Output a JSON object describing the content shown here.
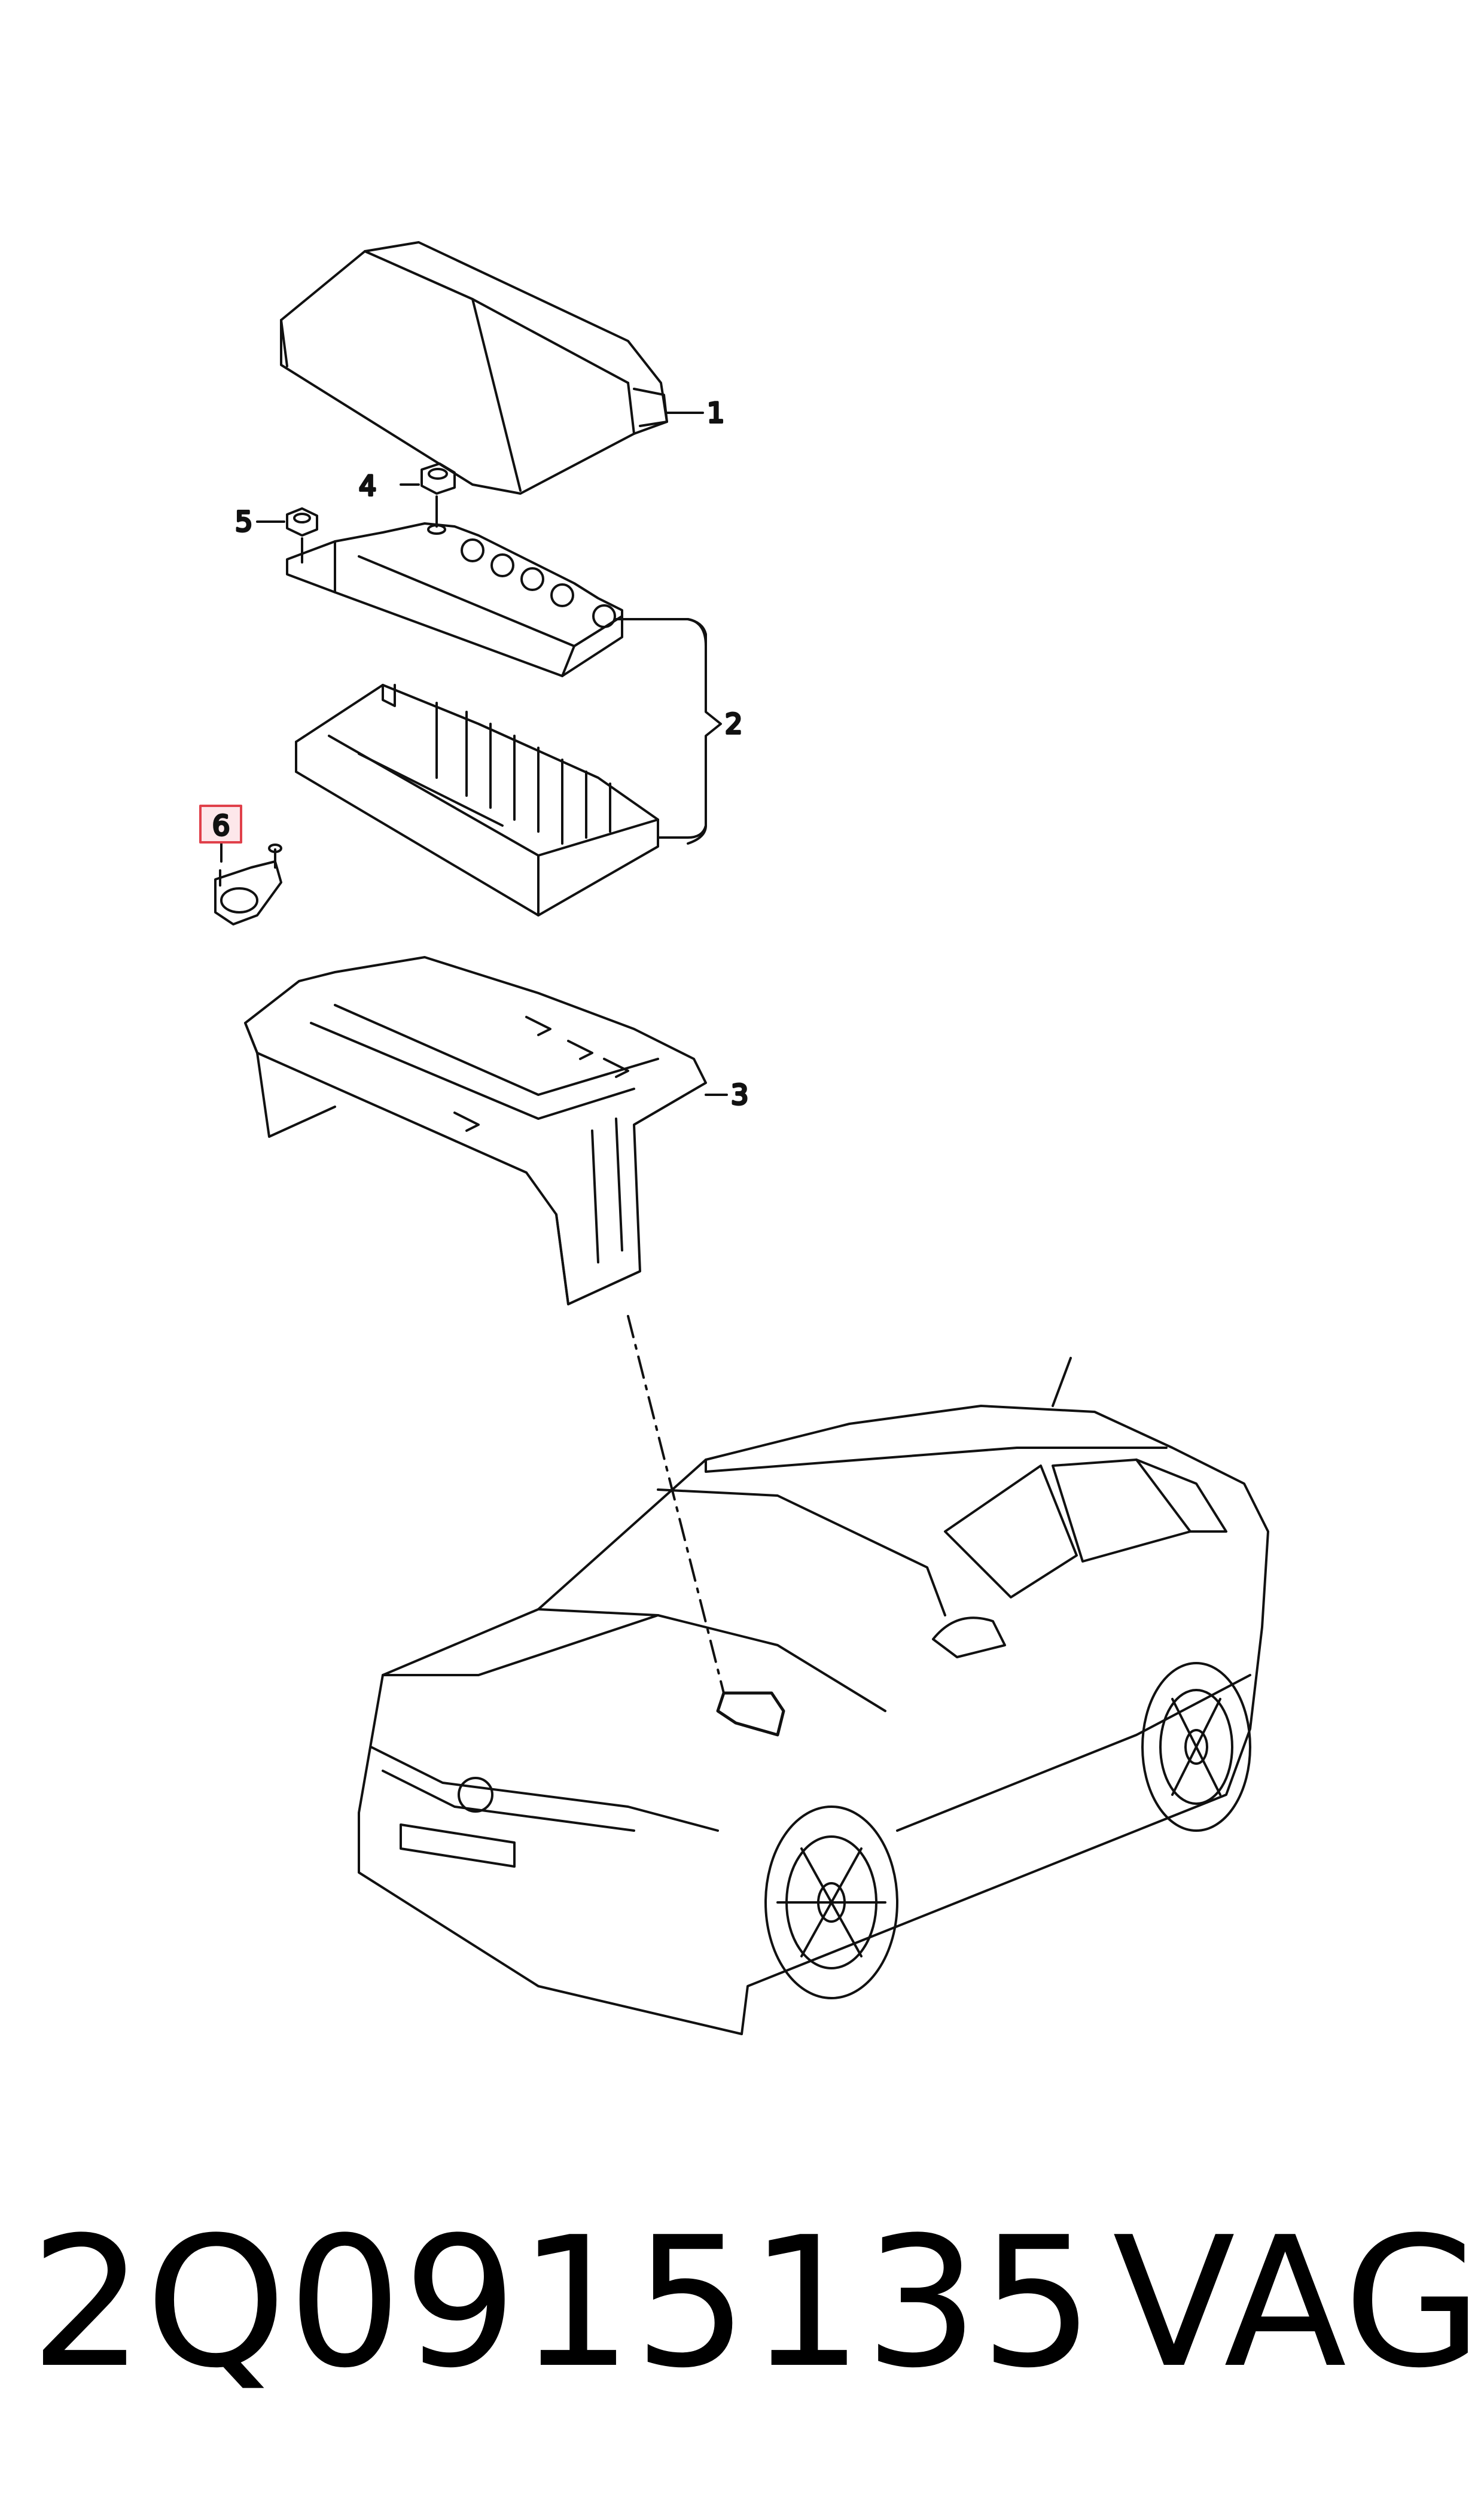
{
  "callouts": {
    "c1": "1",
    "c2": "2",
    "c3": "3",
    "c4": "4",
    "c5": "5",
    "c6": "6"
  },
  "highlight_color": "#e0404a",
  "footer": {
    "part_number": "2Q0915135",
    "brand": "VAG"
  }
}
